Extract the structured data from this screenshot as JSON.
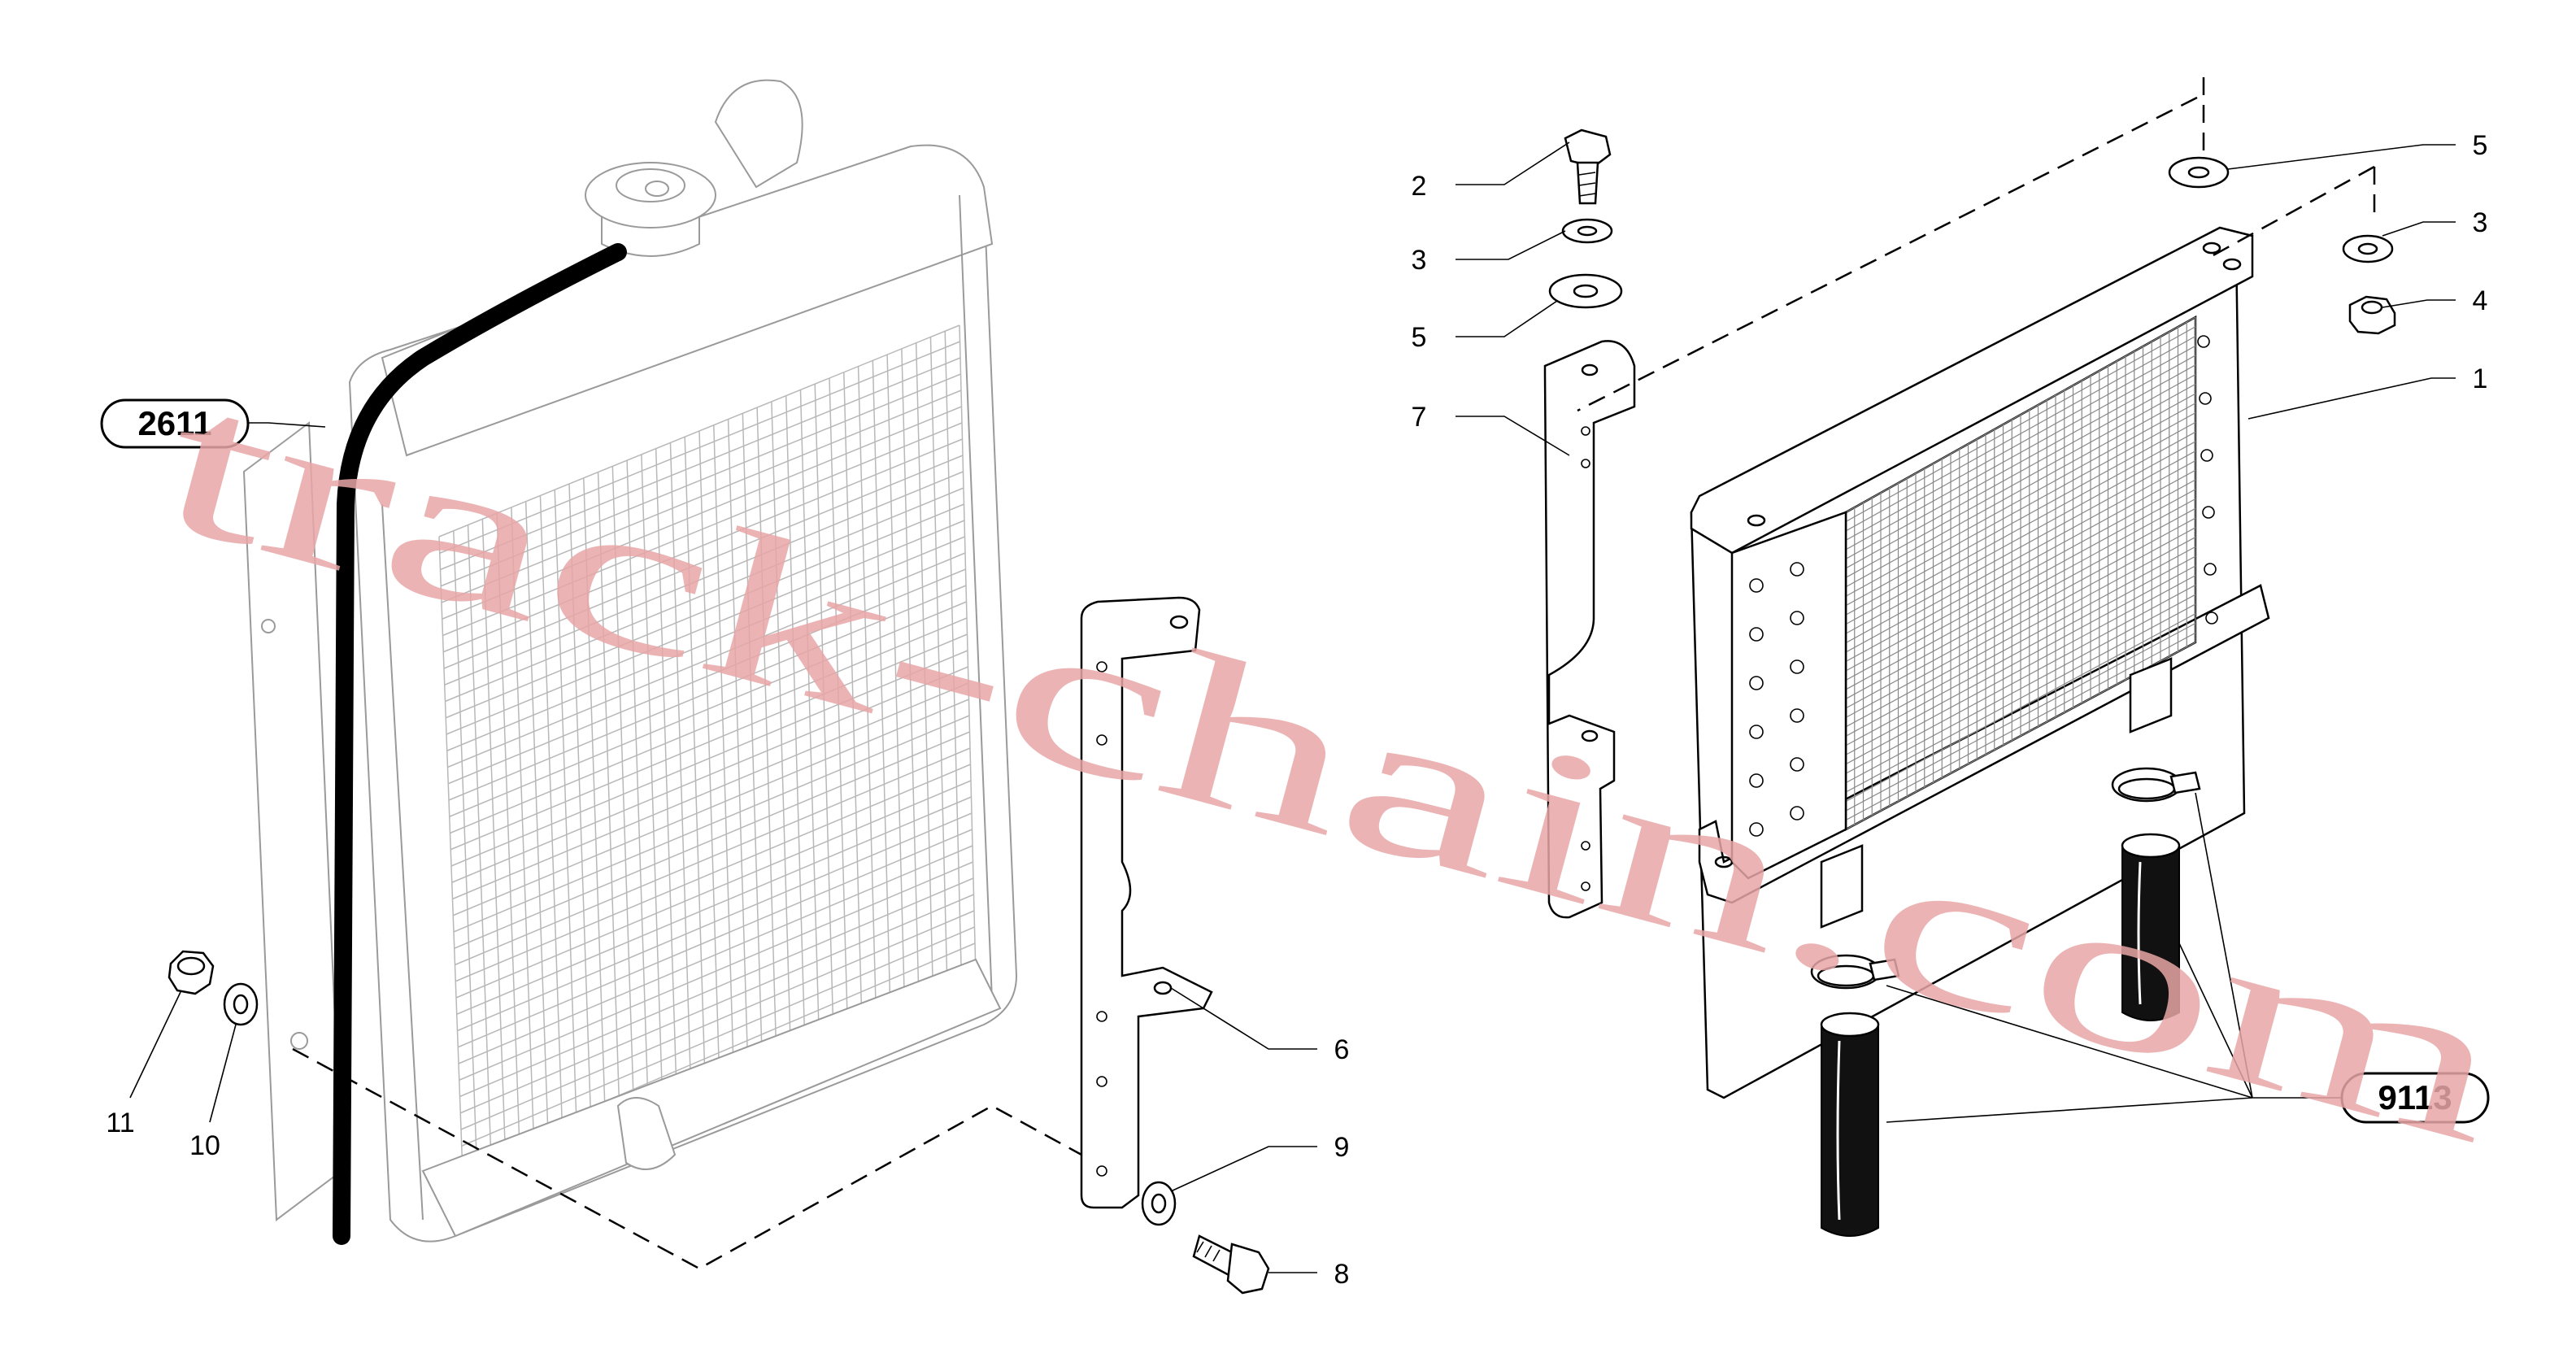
{
  "watermark": "track-chain.com",
  "assembly_tags": [
    {
      "id": "tag-2611",
      "label": "2611"
    },
    {
      "id": "tag-9113",
      "label": "9113"
    }
  ],
  "callouts": [
    {
      "id": "callout-left-6",
      "label": "6"
    },
    {
      "id": "callout-left-8",
      "label": "8"
    },
    {
      "id": "callout-left-9",
      "label": "9"
    },
    {
      "id": "callout-left-10",
      "label": "10"
    },
    {
      "id": "callout-left-11",
      "label": "11"
    },
    {
      "id": "callout-right-1",
      "label": "1"
    },
    {
      "id": "callout-right-2",
      "label": "2"
    },
    {
      "id": "callout-right-3a",
      "label": "3"
    },
    {
      "id": "callout-right-3b",
      "label": "3"
    },
    {
      "id": "callout-right-4",
      "label": "4"
    },
    {
      "id": "callout-right-5a",
      "label": "5"
    },
    {
      "id": "callout-right-5b",
      "label": "5"
    },
    {
      "id": "callout-right-7",
      "label": "7"
    }
  ]
}
